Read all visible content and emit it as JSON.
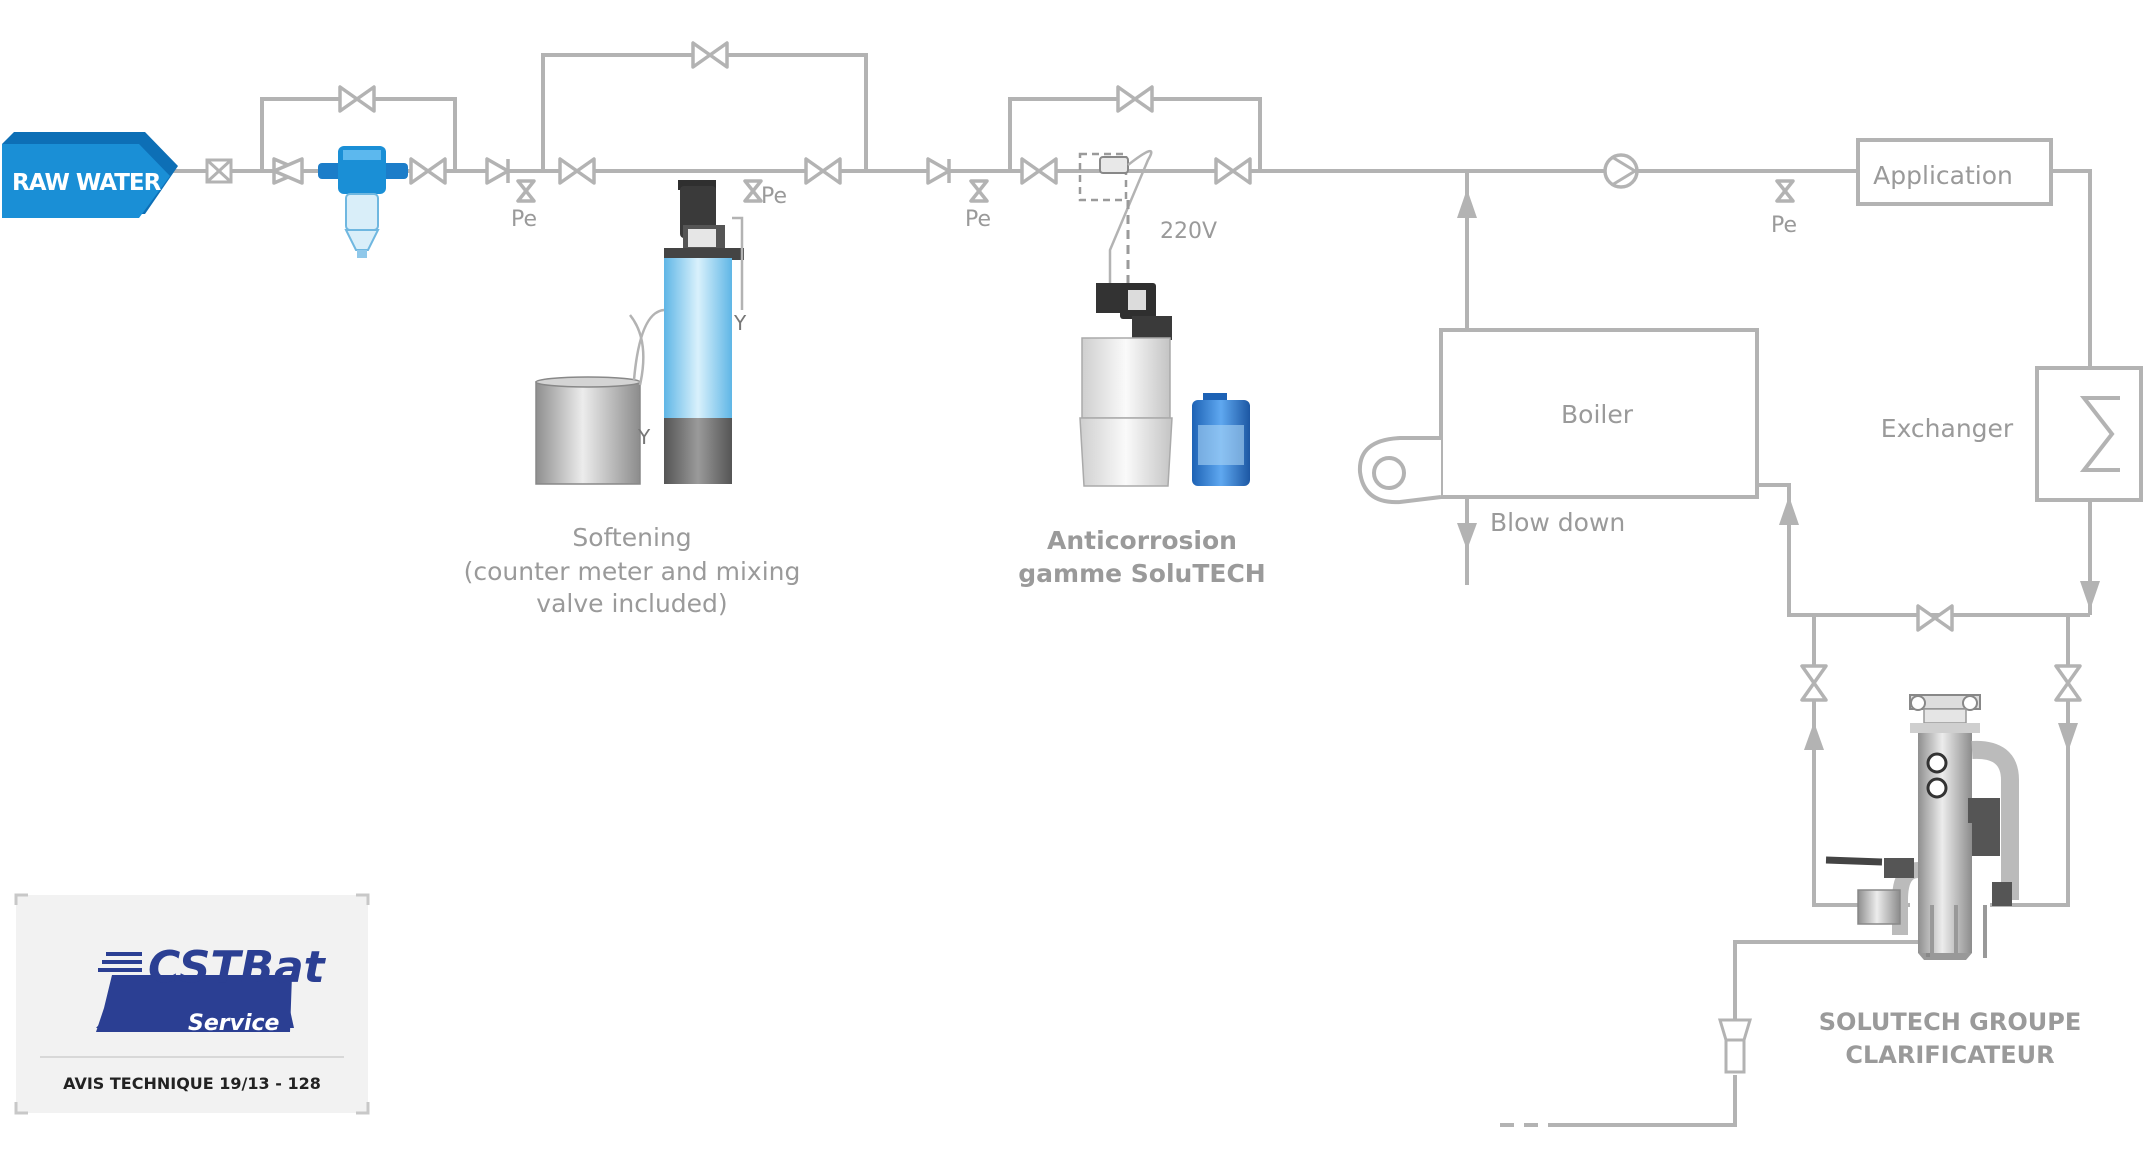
{
  "colors": {
    "pipe": "#b3b3b3",
    "label": "#9a9a9a",
    "raw_water": "#1a8fd6",
    "cstbat_blue": "#2b3f93"
  },
  "source": {
    "label": "RAW WATER"
  },
  "pressure_points": [
    "Pe",
    "Pe",
    "Pe",
    "Pe"
  ],
  "anticorrosion_voltage": "220V",
  "equipment": {
    "softening": {
      "line1": "Softening",
      "line2": "(counter meter and mixing",
      "line3": "valve included)"
    },
    "anticorrosion": {
      "line1": "Anticorrosion",
      "line2": "gamme SoluTECH"
    },
    "boiler": {
      "label": "Boiler"
    },
    "blowdown": {
      "label": "Blow down"
    },
    "application": {
      "label": "Application"
    },
    "exchanger": {
      "label": "Exchanger"
    },
    "clarifier": {
      "line1": "SOLUTECH GROUPE",
      "line2": "CLARIFICATEUR"
    }
  },
  "certification": {
    "logo_text": "CSTBat",
    "logo_sub": "Service",
    "text": "AVIS TECHNIQUE 19/13 - 128"
  }
}
